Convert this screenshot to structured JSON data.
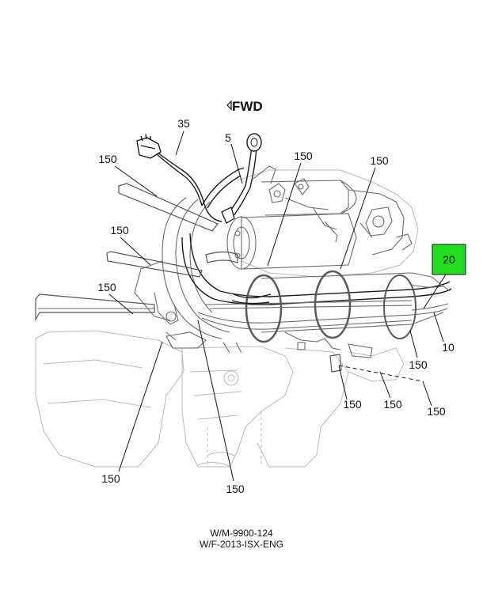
{
  "direction_label": "FWD",
  "highlight_color": "#22dd22",
  "callouts": {
    "c35": "35",
    "c5": "5",
    "c150_top_left": "150",
    "c150_top_mid": "150",
    "c150_top_right": "150",
    "c150_left_upper": "150",
    "c150_left_lower": "150",
    "c20": "20",
    "c10": "10",
    "c150_right_a": "150",
    "c150_right_b": "150",
    "c150_right_c": "150",
    "c150_right_d": "150",
    "c150_bottom_left": "150",
    "c150_bottom_mid": "150"
  },
  "captions": {
    "line1": "W/M-9900-124",
    "line2": "W/F-2013-ISX-ENG"
  }
}
